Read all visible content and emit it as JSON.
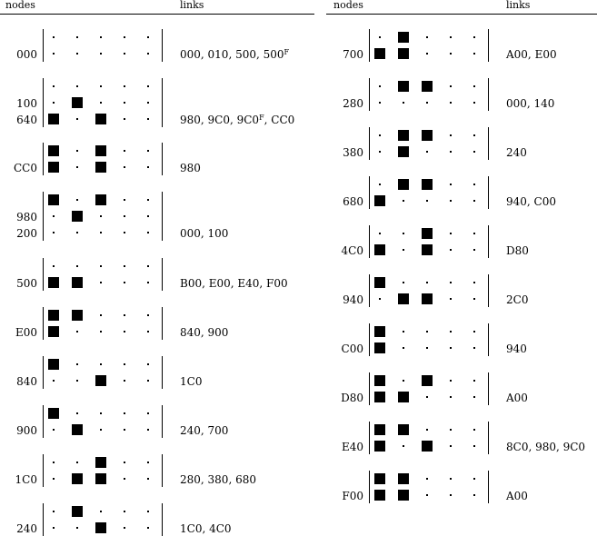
{
  "headers": {
    "nodes": "nodes",
    "links": "links"
  },
  "tables": [
    {
      "rows": [
        {
          "labels": [
            "000"
          ],
          "links": "000, 010, 500, 500",
          "links_sup": "F",
          "links_tail": "",
          "grid": [
            [
              0,
              0,
              0,
              0,
              0
            ],
            [
              0,
              0,
              0,
              0,
              0
            ]
          ]
        },
        {
          "labels": [
            "100",
            "640"
          ],
          "links": "980, 9C0, 9C0",
          "links_sup": "F",
          "links_tail": ", CC0",
          "grid": [
            [
              0,
              0,
              0,
              0,
              0
            ],
            [
              0,
              1,
              0,
              0,
              0
            ],
            [
              1,
              0,
              1,
              0,
              0
            ]
          ]
        },
        {
          "labels": [
            "CC0"
          ],
          "links": "980",
          "links_sup": "",
          "links_tail": "",
          "grid": [
            [
              1,
              0,
              1,
              0,
              0
            ],
            [
              1,
              0,
              1,
              0,
              0
            ]
          ]
        },
        {
          "labels": [
            "980",
            "200"
          ],
          "links": "000, 100",
          "links_sup": "",
          "links_tail": "",
          "grid": [
            [
              1,
              0,
              1,
              0,
              0
            ],
            [
              0,
              1,
              0,
              0,
              0
            ],
            [
              0,
              0,
              0,
              0,
              0
            ]
          ]
        },
        {
          "labels": [
            "500"
          ],
          "links": "B00, E00, E40, F00",
          "links_sup": "",
          "links_tail": "",
          "grid": [
            [
              0,
              0,
              0,
              0,
              0
            ],
            [
              1,
              1,
              0,
              0,
              0
            ]
          ]
        },
        {
          "labels": [
            "E00"
          ],
          "links": "840, 900",
          "links_sup": "",
          "links_tail": "",
          "grid": [
            [
              1,
              1,
              0,
              0,
              0
            ],
            [
              1,
              0,
              0,
              0,
              0
            ]
          ]
        },
        {
          "labels": [
            "840"
          ],
          "links": "1C0",
          "links_sup": "",
          "links_tail": "",
          "grid": [
            [
              1,
              0,
              0,
              0,
              0
            ],
            [
              0,
              0,
              1,
              0,
              0
            ]
          ]
        },
        {
          "labels": [
            "900"
          ],
          "links": "240, 700",
          "links_sup": "",
          "links_tail": "",
          "grid": [
            [
              1,
              0,
              0,
              0,
              0
            ],
            [
              0,
              1,
              0,
              0,
              0
            ]
          ]
        },
        {
          "labels": [
            "1C0"
          ],
          "links": "280, 380, 680",
          "links_sup": "",
          "links_tail": "",
          "grid": [
            [
              0,
              0,
              1,
              0,
              0
            ],
            [
              0,
              1,
              1,
              0,
              0
            ]
          ]
        },
        {
          "labels": [
            "240"
          ],
          "links": "1C0, 4C0",
          "links_sup": "",
          "links_tail": "",
          "grid": [
            [
              0,
              1,
              0,
              0,
              0
            ],
            [
              0,
              0,
              1,
              0,
              0
            ]
          ]
        }
      ]
    },
    {
      "rows": [
        {
          "labels": [
            "700"
          ],
          "links": "A00, E00",
          "links_sup": "",
          "links_tail": "",
          "grid": [
            [
              0,
              1,
              0,
              0,
              0
            ],
            [
              1,
              1,
              0,
              0,
              0
            ]
          ]
        },
        {
          "labels": [
            "280"
          ],
          "links": "000, 140",
          "links_sup": "",
          "links_tail": "",
          "grid": [
            [
              0,
              1,
              1,
              0,
              0
            ],
            [
              0,
              0,
              0,
              0,
              0
            ]
          ]
        },
        {
          "labels": [
            "380"
          ],
          "links": "240",
          "links_sup": "",
          "links_tail": "",
          "grid": [
            [
              0,
              1,
              1,
              0,
              0
            ],
            [
              0,
              1,
              0,
              0,
              0
            ]
          ]
        },
        {
          "labels": [
            "680"
          ],
          "links": "940, C00",
          "links_sup": "",
          "links_tail": "",
          "grid": [
            [
              0,
              1,
              1,
              0,
              0
            ],
            [
              1,
              0,
              0,
              0,
              0
            ]
          ]
        },
        {
          "labels": [
            "4C0"
          ],
          "links": "D80",
          "links_sup": "",
          "links_tail": "",
          "grid": [
            [
              0,
              0,
              1,
              0,
              0
            ],
            [
              1,
              0,
              1,
              0,
              0
            ]
          ]
        },
        {
          "labels": [
            "940"
          ],
          "links": "2C0",
          "links_sup": "",
          "links_tail": "",
          "grid": [
            [
              1,
              0,
              0,
              0,
              0
            ],
            [
              0,
              1,
              1,
              0,
              0
            ]
          ]
        },
        {
          "labels": [
            "C00"
          ],
          "links": "940",
          "links_sup": "",
          "links_tail": "",
          "grid": [
            [
              1,
              0,
              0,
              0,
              0
            ],
            [
              1,
              0,
              0,
              0,
              0
            ]
          ]
        },
        {
          "labels": [
            "D80"
          ],
          "links": "A00",
          "links_sup": "",
          "links_tail": "",
          "grid": [
            [
              1,
              0,
              1,
              0,
              0
            ],
            [
              1,
              1,
              0,
              0,
              0
            ]
          ]
        },
        {
          "labels": [
            "E40"
          ],
          "links": "8C0, 980, 9C0",
          "links_sup": "",
          "links_tail": "",
          "grid": [
            [
              1,
              1,
              0,
              0,
              0
            ],
            [
              1,
              0,
              1,
              0,
              0
            ]
          ]
        },
        {
          "labels": [
            "F00"
          ],
          "links": "A00",
          "links_sup": "",
          "links_tail": "",
          "grid": [
            [
              1,
              1,
              0,
              0,
              0
            ],
            [
              1,
              1,
              0,
              0,
              0
            ]
          ]
        }
      ]
    }
  ]
}
